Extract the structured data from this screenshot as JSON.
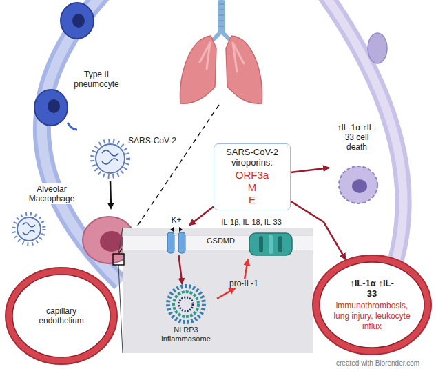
{
  "diagram": {
    "nodes": [
      {
        "text": [
          "SARS-CoV-2 viroporins:",
          "ORF3a",
          "M",
          "E"
        ]
      },
      {
        "text": [
          "K+"
        ]
      },
      {
        "text": [
          "NLRP3 inflammasome"
        ]
      },
      {
        "text": [
          "pro-IL-1"
        ]
      },
      {
        "text": [
          "IL-1β, IL-18, IL-33",
          "GSDMD"
        ]
      },
      {
        "text": [
          "↑IL-1α ↑IL-33 cell death"
        ]
      },
      {
        "text": [
          "↑IL-1α ↑IL-33",
          "immunothrombosis, lung injury, leukocyte influx"
        ]
      },
      {
        "text": [
          "capillary endothelium"
        ]
      },
      {
        "text": [
          "Type II pneumocyte"
        ]
      },
      {
        "text": [
          "Alveolar Macrophage"
        ]
      }
    ],
    "edges": [
      {
        "from": 0,
        "to": 1,
        "arrow": "to"
      },
      {
        "from": 1,
        "to": 2,
        "arrow": "to"
      },
      {
        "from": 2,
        "to": 3,
        "arrow": "to"
      },
      {
        "from": 3,
        "to": 4,
        "arrow": "to"
      },
      {
        "from": 0,
        "to": 5,
        "arrow": "to"
      },
      {
        "from": 0,
        "to": 6,
        "arrow": "to"
      }
    ],
    "labels": [
      "SARS-CoV-2",
      "created with Biorender.com"
    ]
  }
}
